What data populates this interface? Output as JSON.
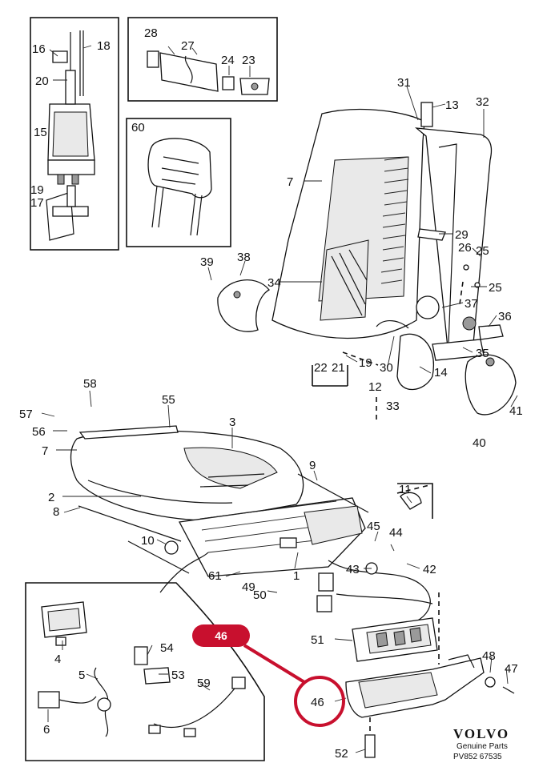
{
  "callout": {
    "badge_text": "46",
    "circle_text": "46",
    "color": "#c8102e"
  },
  "brand": {
    "name": "VOLVO",
    "tagline": "Genuine Parts",
    "code": "PV852 67535"
  },
  "labels": [
    {
      "id": "16a",
      "text": "16"
    },
    {
      "id": "18",
      "text": "18"
    },
    {
      "id": "20",
      "text": "20"
    },
    {
      "id": "15",
      "text": "15"
    },
    {
      "id": "19a",
      "text": "19"
    },
    {
      "id": "17",
      "text": "17"
    },
    {
      "id": "28",
      "text": "28"
    },
    {
      "id": "27",
      "text": "27"
    },
    {
      "id": "24",
      "text": "24"
    },
    {
      "id": "23",
      "text": "23"
    },
    {
      "id": "60",
      "text": "60"
    },
    {
      "id": "31",
      "text": "31"
    },
    {
      "id": "13",
      "text": "13"
    },
    {
      "id": "32",
      "text": "32"
    },
    {
      "id": "7a",
      "text": "7"
    },
    {
      "id": "29",
      "text": "29"
    },
    {
      "id": "26",
      "text": "26"
    },
    {
      "id": "25a",
      "text": "25"
    },
    {
      "id": "25b",
      "text": "25"
    },
    {
      "id": "39",
      "text": "39"
    },
    {
      "id": "38",
      "text": "38"
    },
    {
      "id": "34",
      "text": "34"
    },
    {
      "id": "37",
      "text": "37"
    },
    {
      "id": "36",
      "text": "36"
    },
    {
      "id": "35",
      "text": "35"
    },
    {
      "id": "22",
      "text": "22"
    },
    {
      "id": "21",
      "text": "21"
    },
    {
      "id": "19b",
      "text": "19"
    },
    {
      "id": "30",
      "text": "30"
    },
    {
      "id": "14",
      "text": "14"
    },
    {
      "id": "12",
      "text": "12"
    },
    {
      "id": "33",
      "text": "33"
    },
    {
      "id": "41",
      "text": "41"
    },
    {
      "id": "40",
      "text": "40"
    },
    {
      "id": "58",
      "text": "58"
    },
    {
      "id": "55",
      "text": "55"
    },
    {
      "id": "57",
      "text": "57"
    },
    {
      "id": "56",
      "text": "56"
    },
    {
      "id": "7b",
      "text": "7"
    },
    {
      "id": "3",
      "text": "3"
    },
    {
      "id": "9",
      "text": "9"
    },
    {
      "id": "2",
      "text": "2"
    },
    {
      "id": "11",
      "text": "11"
    },
    {
      "id": "8",
      "text": "8"
    },
    {
      "id": "10",
      "text": "10"
    },
    {
      "id": "45",
      "text": "45"
    },
    {
      "id": "44",
      "text": "44"
    },
    {
      "id": "43",
      "text": "43"
    },
    {
      "id": "42",
      "text": "42"
    },
    {
      "id": "61",
      "text": "61"
    },
    {
      "id": "1",
      "text": "1"
    },
    {
      "id": "49",
      "text": "49"
    },
    {
      "id": "50",
      "text": "50"
    },
    {
      "id": "4",
      "text": "4"
    },
    {
      "id": "54",
      "text": "54"
    },
    {
      "id": "5",
      "text": "5"
    },
    {
      "id": "53",
      "text": "53"
    },
    {
      "id": "59",
      "text": "59"
    },
    {
      "id": "6",
      "text": "6"
    },
    {
      "id": "51",
      "text": "51"
    },
    {
      "id": "48",
      "text": "48"
    },
    {
      "id": "47",
      "text": "47"
    },
    {
      "id": "52",
      "text": "52"
    }
  ]
}
